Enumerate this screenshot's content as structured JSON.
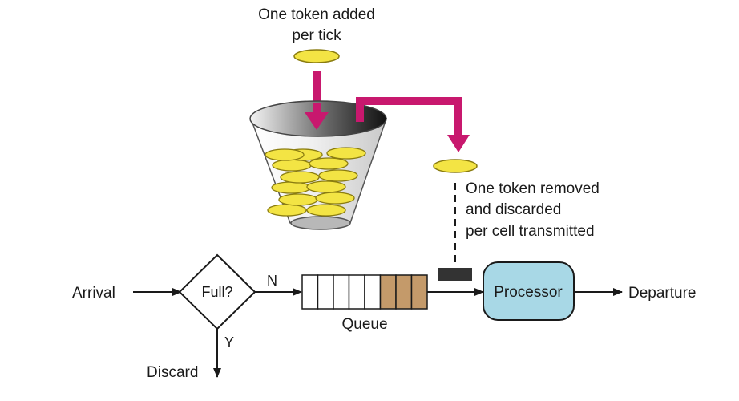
{
  "labels": {
    "token_added_line1": "One token added",
    "token_added_line2": "per tick",
    "token_removed_line1": "One token removed",
    "token_removed_line2": "and discarded",
    "token_removed_line3": "per cell transmitted",
    "arrival": "Arrival",
    "decision": "Full?",
    "no_branch": "N",
    "yes_branch": "Y",
    "discard": "Discard",
    "queue": "Queue",
    "processor": "Processor",
    "departure": "Departure"
  },
  "colors": {
    "token_fill": "#f3e444",
    "token_stroke": "#8a7c10",
    "arrow_magenta": "#c8186e",
    "queue_filled": "#c49a6a",
    "processor_fill": "#a8d8e6",
    "cell_dark": "#333333",
    "line": "#1a1a1a"
  },
  "queue": {
    "total_slots": 8,
    "filled_slots": 3
  },
  "bucket": {
    "token_count": 13
  }
}
